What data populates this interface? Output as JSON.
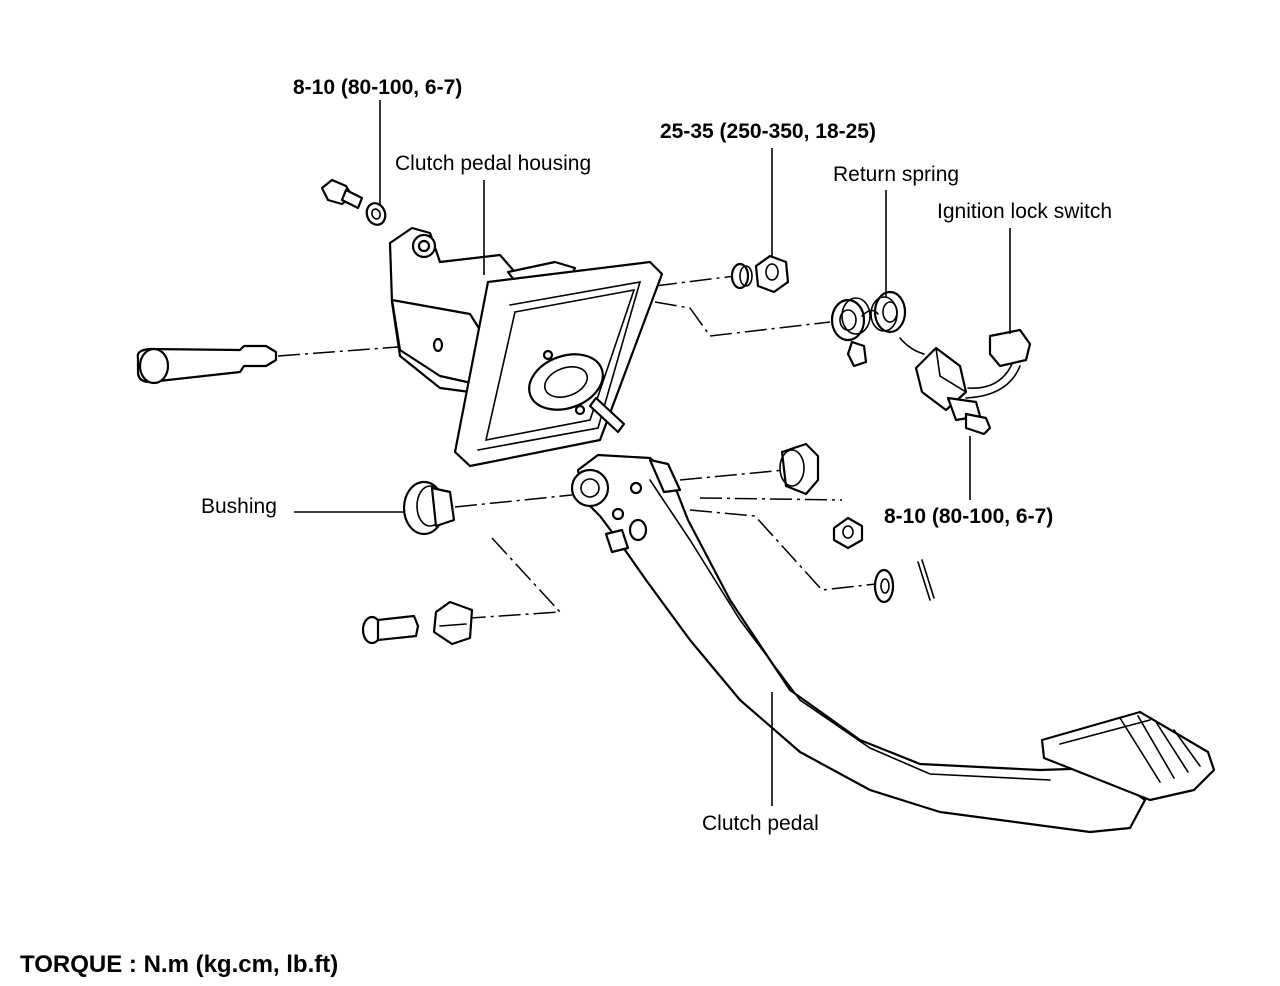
{
  "labels": {
    "torque_housing_bolt": "8-10 (80-100, 6-7)",
    "pedal_housing": "Clutch pedal housing",
    "torque_nut": "25-35 (250-350, 18-25)",
    "return_spring": "Return spring",
    "ignition_lock_switch": "Ignition lock switch",
    "bushing": "Bushing",
    "torque_switch": "8-10 (80-100, 6-7)",
    "clutch_pedal": "Clutch pedal"
  },
  "legend": "TORQUE : N.m (kg.cm, lb.ft)"
}
